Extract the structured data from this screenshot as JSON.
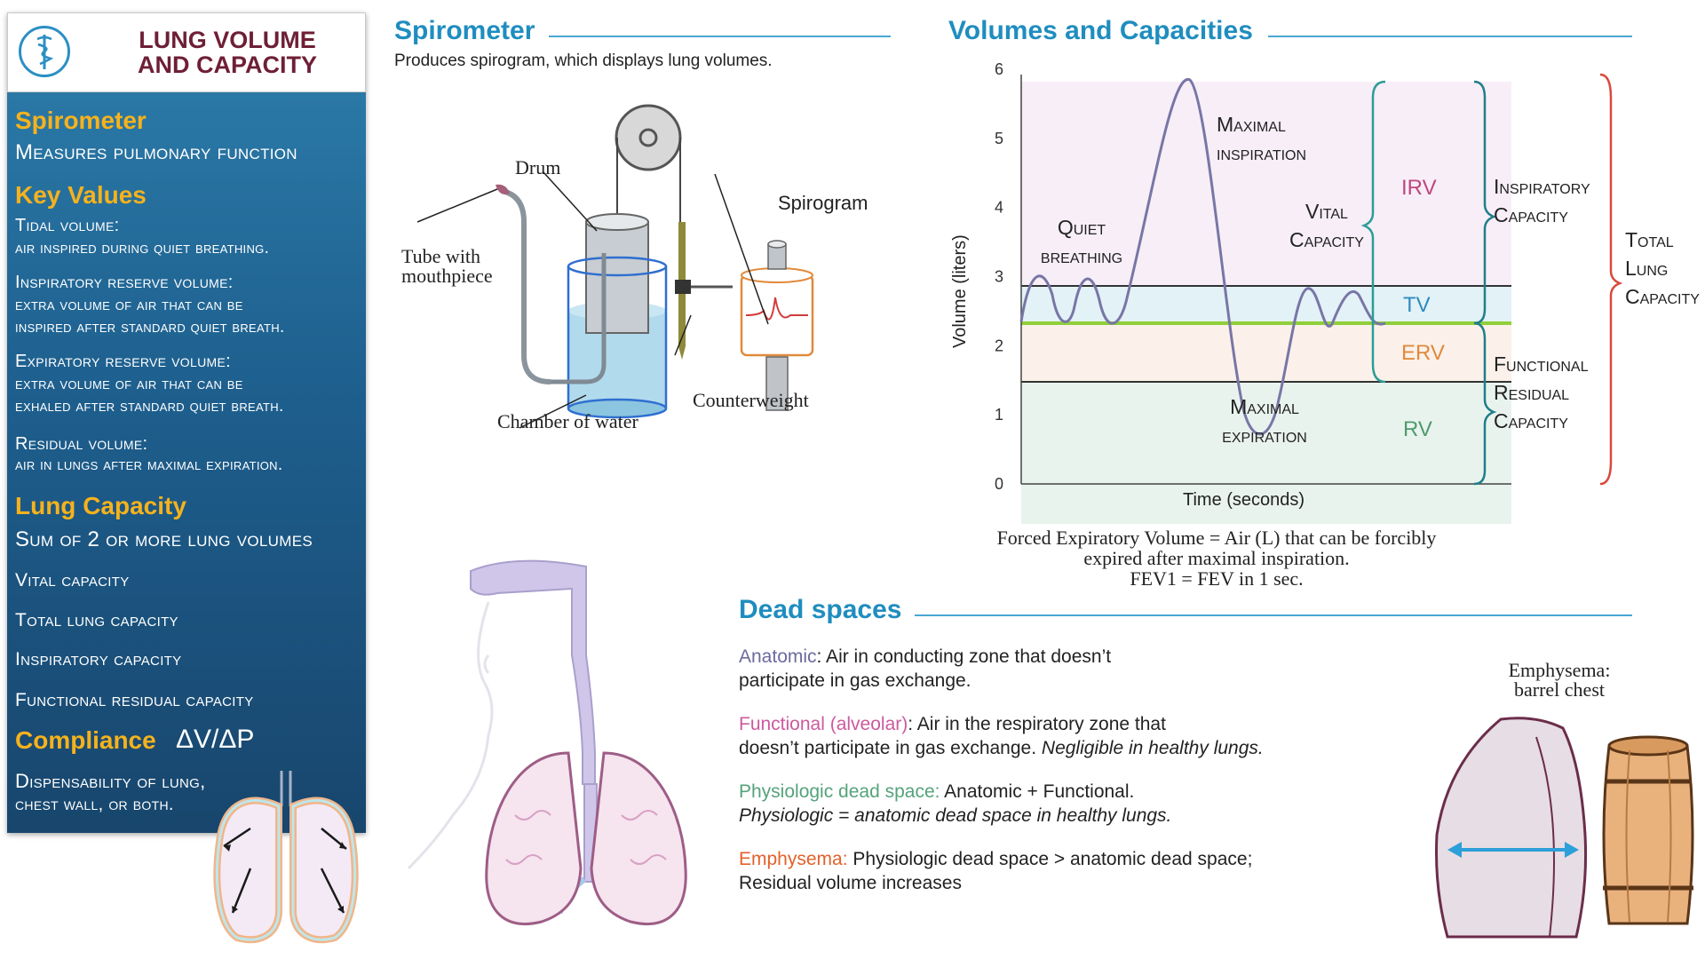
{
  "panel": {
    "title_line1": "LUNG VOLUME",
    "title_line2": "AND CAPACITY",
    "spirometer_head": "Spirometer",
    "spirometer_desc": "Measures pulmonary function",
    "keyvalues_head": "Key Values",
    "tidal_title": "Tidal volume:",
    "tidal_desc": "air inspired during quiet breathing.",
    "irv_title": "Inspiratory reserve volume:",
    "irv_desc1": "extra volume of air that can be",
    "irv_desc2": "inspired after standard quiet breath.",
    "erv_title": "Expiratory reserve volume:",
    "erv_desc1": "extra volume of air that can be",
    "erv_desc2": "exhaled after standard quiet breath.",
    "rv_title": "Residual volume:",
    "rv_desc": "air in lungs after maximal expiration.",
    "lungcap_head": "Lung Capacity",
    "lungcap_desc": "Sum of 2 or more lung volumes",
    "cap1": "Vital capacity",
    "cap2": "Total lung capacity",
    "cap3": "Inspiratory capacity",
    "cap4": "Functional residual capacity",
    "compliance_head": "Compliance",
    "compliance_formula": "ΔV/ΔP",
    "compliance_desc1": "Dispensability of lung,",
    "compliance_desc2": "chest wall, or both."
  },
  "spirometer": {
    "heading": "Spirometer",
    "subtitle": "Produces spirogram, which displays lung volumes.",
    "label_drum": "Drum",
    "label_spirogram": "Spirogram",
    "label_tube1": "Tube with",
    "label_tube2": "mouthpiece",
    "label_chamber": "Chamber of water",
    "label_counterweight": "Counterweight"
  },
  "volumes": {
    "heading": "Volumes and Capacities",
    "ylabel": "Volume (liters)",
    "xlabel": "Time (seconds)",
    "yticks": [
      "0",
      "1",
      "2",
      "3",
      "4",
      "5",
      "6"
    ],
    "max_insp1": "Maximal",
    "max_insp2": "inspiration",
    "quiet1": "Quiet",
    "quiet2": "breathing",
    "vital1": "Vital",
    "vital2": "Capacity",
    "max_exp1": "Maximal",
    "max_exp2": "expiration",
    "irv": "IRV",
    "tv": "TV",
    "erv": "ERV",
    "rv": "RV",
    "insp_cap1": "Inspiratory",
    "insp_cap2": "Capacity",
    "frc1": "Functional",
    "frc2": "Residual",
    "frc3": "Capacity",
    "tlc1": "Total",
    "tlc2": "Lung",
    "tlc3": "Capacity",
    "fev1": "Forced Expiratory Volume = Air (L) that can be forcibly",
    "fev2": "expired after maximal inspiration.",
    "fev3": "FEV1 = FEV in 1 sec.",
    "colors": {
      "irv": "#c0467e",
      "tv": "#2e8bbf",
      "erv": "#e08a3c",
      "rv": "#4f9a6c",
      "tlc_brace": "#d9493b"
    }
  },
  "dead": {
    "heading": "Dead spaces",
    "anat_label": "Anatomic",
    "anat_rest": ": Air in conducting zone that doesn’t",
    "anat_line2": "participate in gas exchange.",
    "func_label": "Functional (alveolar)",
    "func_rest": ": Air in the respiratory zone that",
    "func_line2a": "doesn’t participate in gas exchange. ",
    "func_line2b": "Negligible in healthy lungs.",
    "phys_label": "Physiologic dead space:",
    "phys_rest": " Anatomic + Functional.",
    "phys_line2": "Physiologic = anatomic dead space in healthy lungs.",
    "emph_label": "Emphysema:",
    "emph_rest": " Physiologic dead space > anatomic dead space;",
    "emph_line2": "Residual volume increases",
    "barrel1": "Emphysema:",
    "barrel2": "barrel chest"
  }
}
